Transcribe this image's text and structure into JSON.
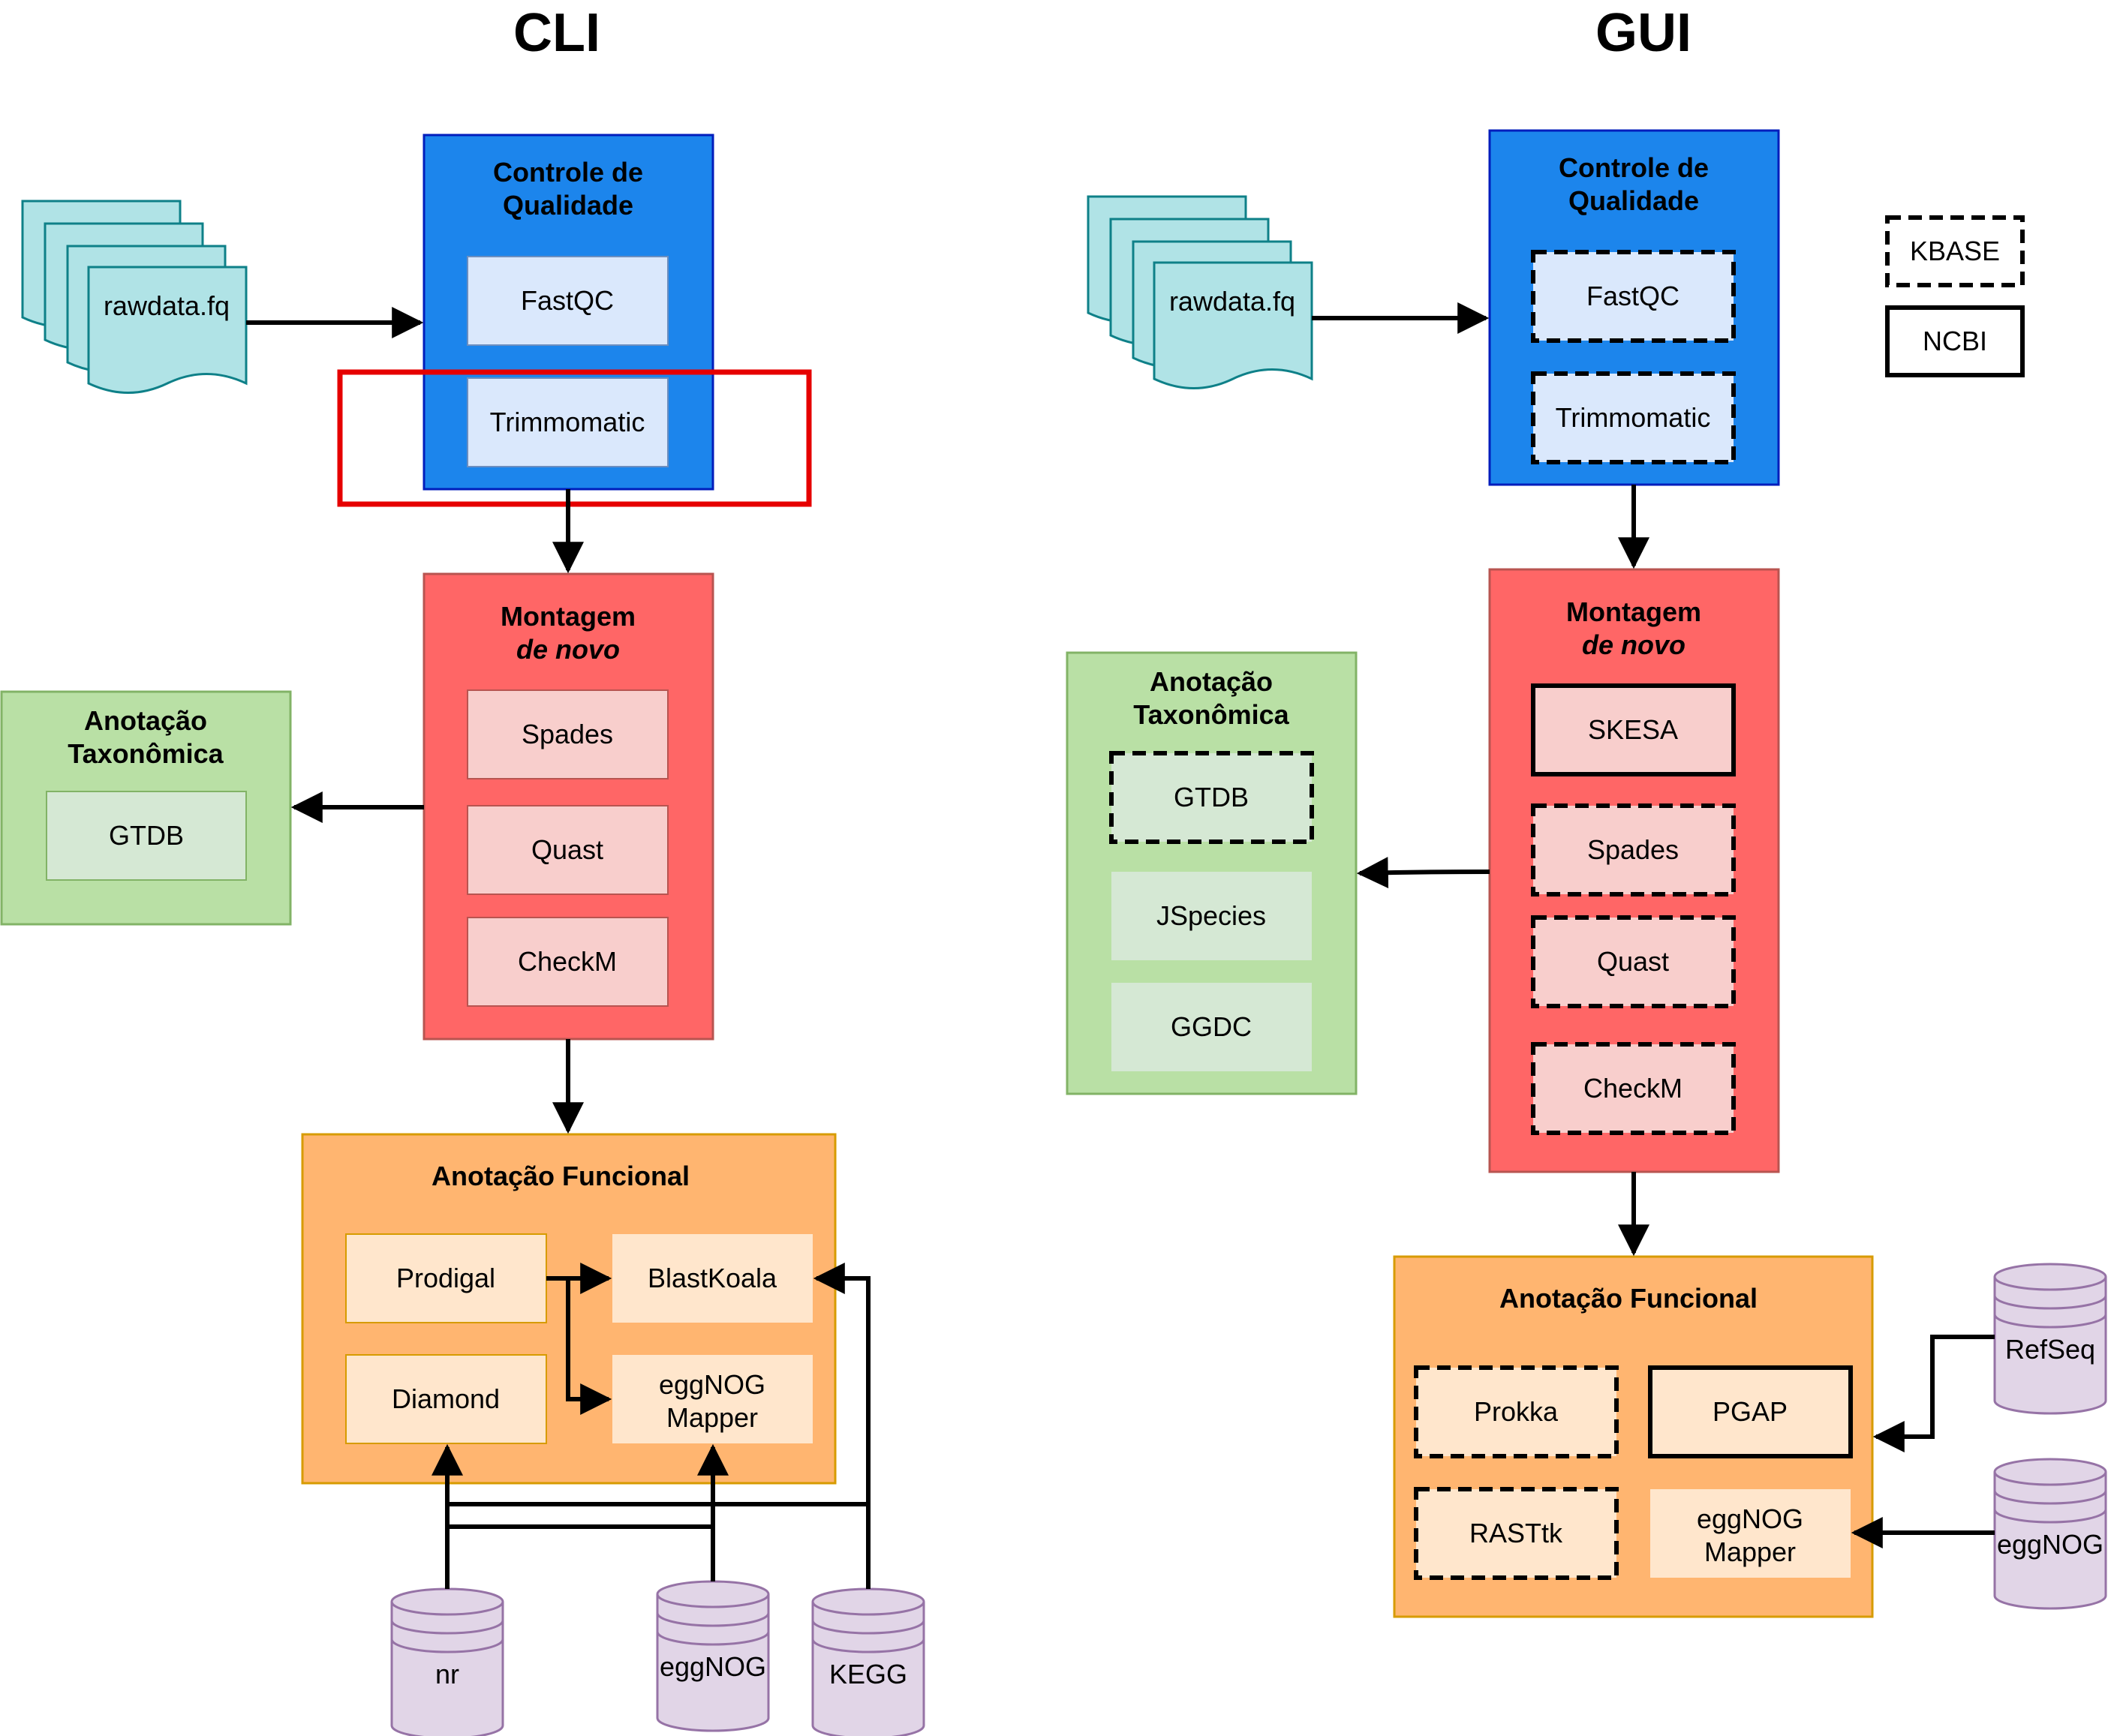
{
  "cli": {
    "heading": "CLI",
    "file_label": "rawdata.fq",
    "quality": {
      "title_line1": "Controle de",
      "title_line2": "Qualidade",
      "tools": [
        "FastQC",
        "Trimmomatic"
      ]
    },
    "assembly": {
      "title_line1": "Montagem",
      "title_line2": "de novo",
      "tools": [
        "Spades",
        "Quast",
        "CheckM"
      ]
    },
    "taxonomy": {
      "title_line1": "Anotação",
      "title_line2": "Taxonômica",
      "tools": [
        "GTDB"
      ]
    },
    "functional": {
      "title": "Anotação Funcional",
      "tools": [
        "Prodigal",
        "BlastKoala",
        "Diamond"
      ],
      "mapper_line1": "eggNOG",
      "mapper_line2": "Mapper"
    },
    "databases": [
      "nr",
      "eggNOG",
      "KEGG"
    ]
  },
  "gui": {
    "heading": "GUI",
    "file_label": "rawdata.fq",
    "quality": {
      "title_line1": "Controle de",
      "title_line2": "Qualidade",
      "tools": [
        "FastQC",
        "Trimmomatic"
      ]
    },
    "assembly": {
      "title_line1": "Montagem",
      "title_line2": "de novo",
      "tools": [
        "SKESA",
        "Spades",
        "Quast",
        "CheckM"
      ]
    },
    "taxonomy": {
      "title_line1": "Anotação",
      "title_line2": "Taxonômica",
      "tools": [
        "GTDB",
        "JSpecies",
        "GGDC"
      ]
    },
    "functional": {
      "title": "Anotação Funcional",
      "tools": [
        "Prokka",
        "PGAP",
        "RASTtk"
      ],
      "mapper_line1": "eggNOG",
      "mapper_line2": "Mapper"
    },
    "databases": [
      "RefSeq",
      "eggNOG"
    ]
  },
  "legend": {
    "kbase": "KBASE",
    "ncbi": "NCBI"
  },
  "colors": {
    "quality_group": "#1c85ec",
    "quality_tool": "#dae8fc",
    "assembly_group": "#ff6666",
    "assembly_tool": "#f8cecc",
    "taxonomy_group": "#b9e0a5",
    "taxonomy_tool": "#d5e8d4",
    "functional_group": "#ffb570",
    "functional_tool": "#ffe6cc",
    "file": "#b0e3e6",
    "database": "#e1d5e7",
    "highlight": "#e60000"
  }
}
